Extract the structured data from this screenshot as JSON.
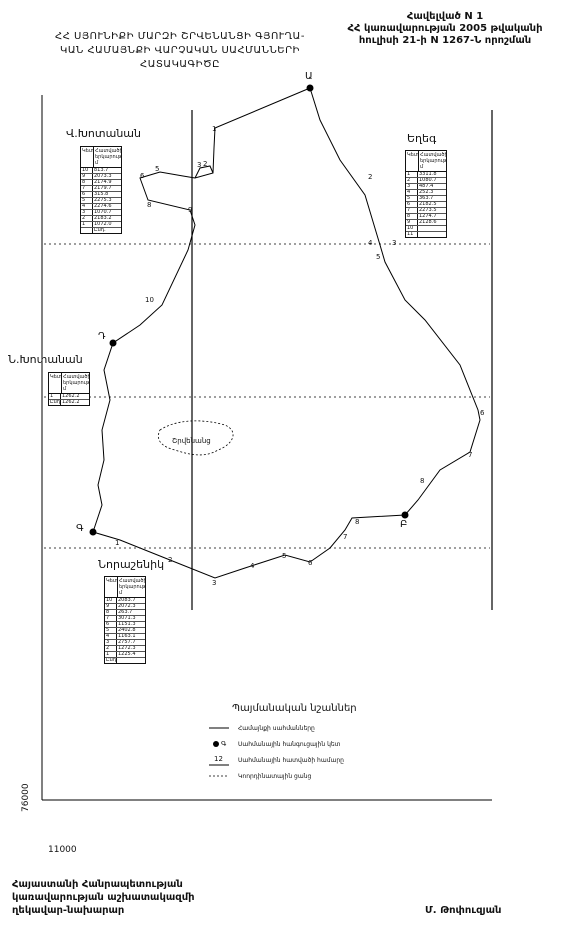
{
  "header": {
    "annex": "Հավելված N 1",
    "decree_line1": "ՀՀ կառավարության 2005 թվականի",
    "decree_line2": "հուլիսի 21-ի N 1267-Ն որոշման",
    "title_line1": "ՀՀ ՍՅՈՒՆԻՔԻ ՄԱՐԶԻ ՇՐՎԵՆԱՆՑԻ ԳՅՈՒՂԱ-",
    "title_line2": "ԿԱՆ ՀԱՄԱՅՆՔԻ ՎԱՐՉԱԿԱՆ ՍԱՀՄԱՆՆԵՐԻ",
    "title_line3": "ՀԱՏԱԿԱԳԻԾԸ"
  },
  "map": {
    "neighbors": {
      "west_upper": "Վ.Խոտանան",
      "east": "Եղեգ",
      "west_middle": "Ն.Խոտանան",
      "south": "Նորաշենիկ"
    },
    "inner_label": "Շրվենանց",
    "corners": {
      "A": "Ա",
      "B": "Բ",
      "G": "Գ",
      "D": "Դ"
    },
    "segment_numbers": [
      "1",
      "2",
      "3",
      "4",
      "5",
      "6",
      "7",
      "8",
      "9",
      "10"
    ],
    "coord_y": "76000",
    "coord_x": "11000"
  },
  "tables": {
    "west_upper": {
      "headers": [
        "Կետ",
        "Հատվածի երկարությունը, մ"
      ],
      "rows": [
        [
          "10",
          "813.7"
        ],
        [
          "9",
          "2073.3"
        ],
        [
          "8",
          "2174.9"
        ],
        [
          "7",
          "2179.7"
        ],
        [
          "6",
          "315.8"
        ],
        [
          "5",
          "2275.3"
        ],
        [
          "4",
          "2274.6"
        ],
        [
          "3",
          "1070.7"
        ],
        [
          "2",
          "2183.2"
        ],
        [
          "1",
          "1072.0"
        ],
        [
          "",
          "Ընդ."
        ]
      ]
    },
    "east": {
      "headers": [
        "Կետ",
        "Հատվածի երկարությունը, մ"
      ],
      "rows": [
        [
          "1",
          "3311.8"
        ],
        [
          "2",
          "1080.7"
        ],
        [
          "3",
          "487.4"
        ],
        [
          "4",
          "252.3"
        ],
        [
          "5",
          "363.7"
        ],
        [
          "6",
          "2182.5"
        ],
        [
          "7",
          "2273.5"
        ],
        [
          "8",
          "1274.7"
        ],
        [
          "9",
          "2128.6"
        ],
        [
          "10",
          ""
        ],
        [
          "11",
          ""
        ]
      ]
    },
    "west_middle": {
      "headers": [
        "Կետ",
        "Հատվածի երկարությունը, մ"
      ],
      "rows": [
        [
          "1",
          "1262.2"
        ],
        [
          "Ընդ.",
          "1262.2"
        ]
      ]
    },
    "south": {
      "headers": [
        "Կետ",
        "Հատվածի երկարությունը, մ"
      ],
      "rows": [
        [
          "10",
          "2083.7"
        ],
        [
          "9",
          "2072.3"
        ],
        [
          "8",
          "263.7"
        ],
        [
          "7",
          "3071.3"
        ],
        [
          "6",
          "1151.3"
        ],
        [
          "5",
          "2402.8"
        ],
        [
          "4",
          "1163.1"
        ],
        [
          "3",
          "2757.7"
        ],
        [
          "2",
          "1272.3"
        ],
        [
          "1",
          "1225.4"
        ],
        [
          "Ընդ.",
          ""
        ]
      ]
    }
  },
  "legend": {
    "title": "Պայմանական նշաններ",
    "items": [
      "Համայնքի սահմանները",
      "Սահմանային հանգուցային կետ",
      "Սահմանային հատվածի համարը",
      "Կոորդինատային ցանց"
    ],
    "corner_symbol": "Գ",
    "number_symbol": "12"
  },
  "footer": {
    "left_line1": "Հայաստանի Հանրապետության",
    "left_line2": "կառավարության աշխատակազմի",
    "left_line3": "ղեկավար-նախարար",
    "signature": "Մ. Թոփուզյան"
  }
}
